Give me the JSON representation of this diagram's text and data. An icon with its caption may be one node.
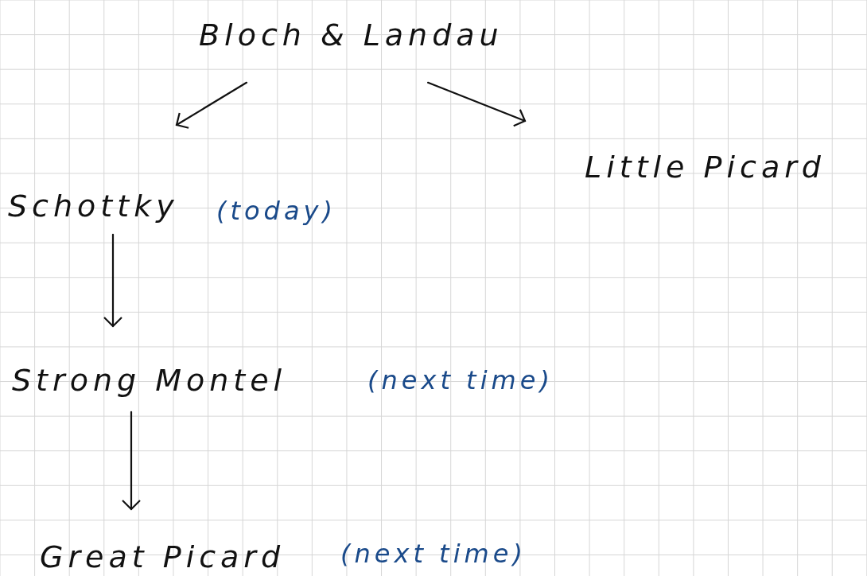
{
  "diagram": {
    "nodes": [
      {
        "text": [
          "Bloch & Landau"
        ]
      },
      {
        "text": [
          "Little Picard"
        ]
      },
      {
        "text": [
          "Schottky"
        ],
        "beside": [
          "(today)"
        ]
      },
      {
        "text": [
          "Strong Montel"
        ],
        "beside": [
          "(next time)"
        ]
      },
      {
        "text": [
          "Great Picard"
        ],
        "beside": [
          "(next time)"
        ]
      }
    ],
    "edges": [
      {
        "from": 0,
        "to": 2,
        "arrow": "to"
      },
      {
        "from": 0,
        "to": 1,
        "arrow": "to"
      },
      {
        "from": 2,
        "to": 3,
        "arrow": "to"
      },
      {
        "from": 3,
        "to": 4,
        "arrow": "to"
      }
    ]
  }
}
